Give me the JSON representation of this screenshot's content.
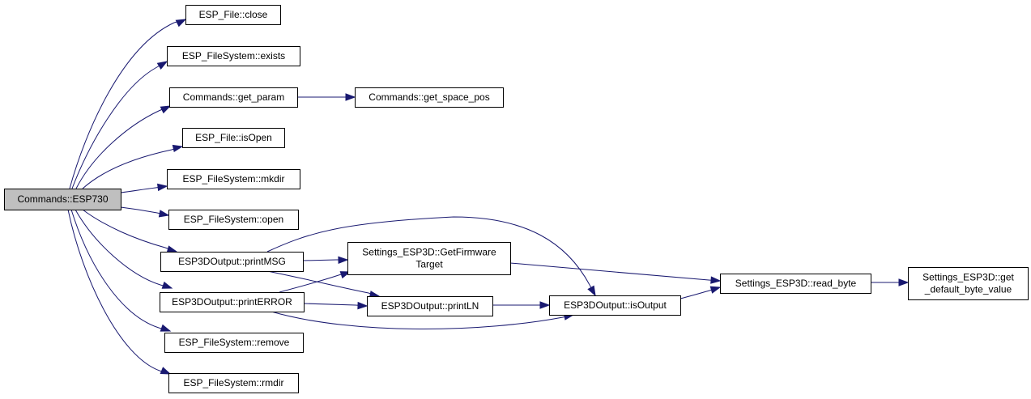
{
  "colors": {
    "edge": "#191970",
    "node_fill": "#ffffff",
    "root_fill": "#bfbfbf",
    "node_border": "#000000"
  },
  "nodes": [
    {
      "id": "esp730",
      "lines": [
        "Commands::ESP730"
      ],
      "root": true
    },
    {
      "id": "file-close",
      "lines": [
        "ESP_File::close"
      ]
    },
    {
      "id": "fs-exists",
      "lines": [
        "ESP_FileSystem::exists"
      ]
    },
    {
      "id": "get-param",
      "lines": [
        "Commands::get_param"
      ]
    },
    {
      "id": "get-space-pos",
      "lines": [
        "Commands::get_space_pos"
      ]
    },
    {
      "id": "file-isopen",
      "lines": [
        "ESP_File::isOpen"
      ]
    },
    {
      "id": "fs-mkdir",
      "lines": [
        "ESP_FileSystem::mkdir"
      ]
    },
    {
      "id": "fs-open",
      "lines": [
        "ESP_FileSystem::open"
      ]
    },
    {
      "id": "print-msg",
      "lines": [
        "ESP3DOutput::printMSG"
      ]
    },
    {
      "id": "get-firmware-target",
      "lines": [
        "Settings_ESP3D::GetFirmware",
        "Target"
      ]
    },
    {
      "id": "print-error",
      "lines": [
        "ESP3DOutput::printERROR"
      ]
    },
    {
      "id": "print-ln",
      "lines": [
        "ESP3DOutput::printLN"
      ]
    },
    {
      "id": "is-output",
      "lines": [
        "ESP3DOutput::isOutput"
      ]
    },
    {
      "id": "read-byte",
      "lines": [
        "Settings_ESP3D::read_byte"
      ]
    },
    {
      "id": "get-default-byte-value",
      "lines": [
        "Settings_ESP3D::get",
        "_default_byte_value"
      ]
    },
    {
      "id": "fs-remove",
      "lines": [
        "ESP_FileSystem::remove"
      ]
    },
    {
      "id": "fs-rmdir",
      "lines": [
        "ESP_FileSystem::rmdir"
      ]
    }
  ],
  "edges": [
    {
      "from": "esp730",
      "to": "file-close"
    },
    {
      "from": "esp730",
      "to": "fs-exists"
    },
    {
      "from": "esp730",
      "to": "get-param"
    },
    {
      "from": "esp730",
      "to": "file-isopen"
    },
    {
      "from": "esp730",
      "to": "fs-mkdir"
    },
    {
      "from": "esp730",
      "to": "fs-open"
    },
    {
      "from": "esp730",
      "to": "print-msg"
    },
    {
      "from": "esp730",
      "to": "print-error"
    },
    {
      "from": "esp730",
      "to": "fs-remove"
    },
    {
      "from": "esp730",
      "to": "fs-rmdir"
    },
    {
      "from": "get-param",
      "to": "get-space-pos"
    },
    {
      "from": "print-msg",
      "to": "get-firmware-target"
    },
    {
      "from": "print-msg",
      "to": "print-ln"
    },
    {
      "from": "print-msg",
      "to": "is-output"
    },
    {
      "from": "print-error",
      "to": "get-firmware-target"
    },
    {
      "from": "print-error",
      "to": "print-ln"
    },
    {
      "from": "print-error",
      "to": "is-output"
    },
    {
      "from": "get-firmware-target",
      "to": "read-byte"
    },
    {
      "from": "print-ln",
      "to": "is-output"
    },
    {
      "from": "is-output",
      "to": "read-byte"
    },
    {
      "from": "read-byte",
      "to": "get-default-byte-value"
    }
  ]
}
